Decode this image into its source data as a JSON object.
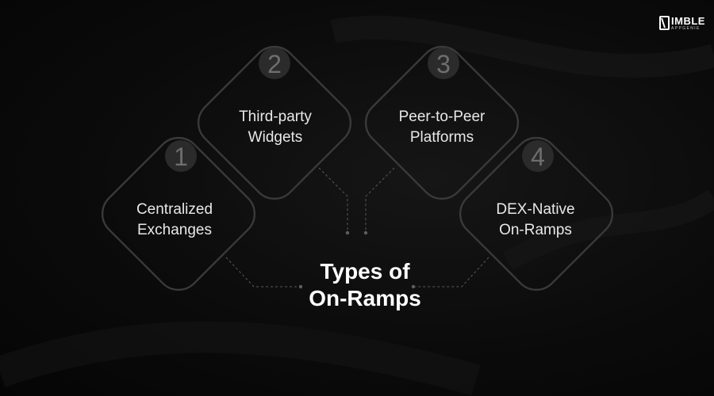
{
  "brand": {
    "name": "IMBLE",
    "subtitle": "APPGENIE"
  },
  "diagram": {
    "title_line1": "Types of",
    "title_line2": "On-Ramps",
    "nodes": [
      {
        "number": "1",
        "line1": "Centralized",
        "line2": "Exchanges"
      },
      {
        "number": "2",
        "line1": "Third-party",
        "line2": "Widgets"
      },
      {
        "number": "3",
        "line1": "Peer-to-Peer",
        "line2": "Platforms"
      },
      {
        "number": "4",
        "line1": "DEX-Native",
        "line2": "On-Ramps"
      }
    ]
  },
  "colors": {
    "background": "#050505",
    "node_border": "#3a3a3a",
    "number_badge": "#2b2b2b",
    "number_text": "#6e6e6e",
    "connector": "#5a5a5a",
    "text": "#e8e8e8"
  }
}
